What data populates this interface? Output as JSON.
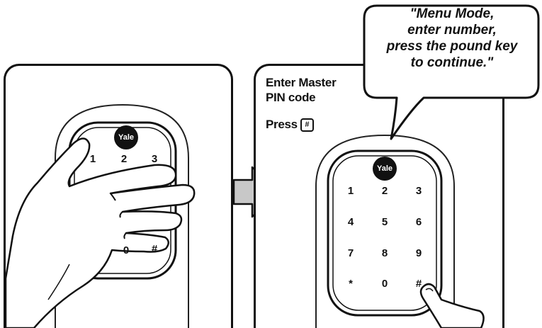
{
  "instructions": {
    "line1": "Enter Master",
    "line2": "PIN code",
    "press": "Press",
    "press_key": "#"
  },
  "speech_bubble": {
    "lines": [
      "\"Menu Mode,",
      "enter number,",
      "press the pound key",
      "to continue.\""
    ]
  },
  "lock": {
    "brand": "Yale",
    "keys_left_visible": [
      "1",
      "2",
      "3",
      "0",
      "#"
    ],
    "keys": [
      "1",
      "2",
      "3",
      "4",
      "5",
      "6",
      "7",
      "8",
      "9",
      "*",
      "0",
      "#"
    ]
  }
}
